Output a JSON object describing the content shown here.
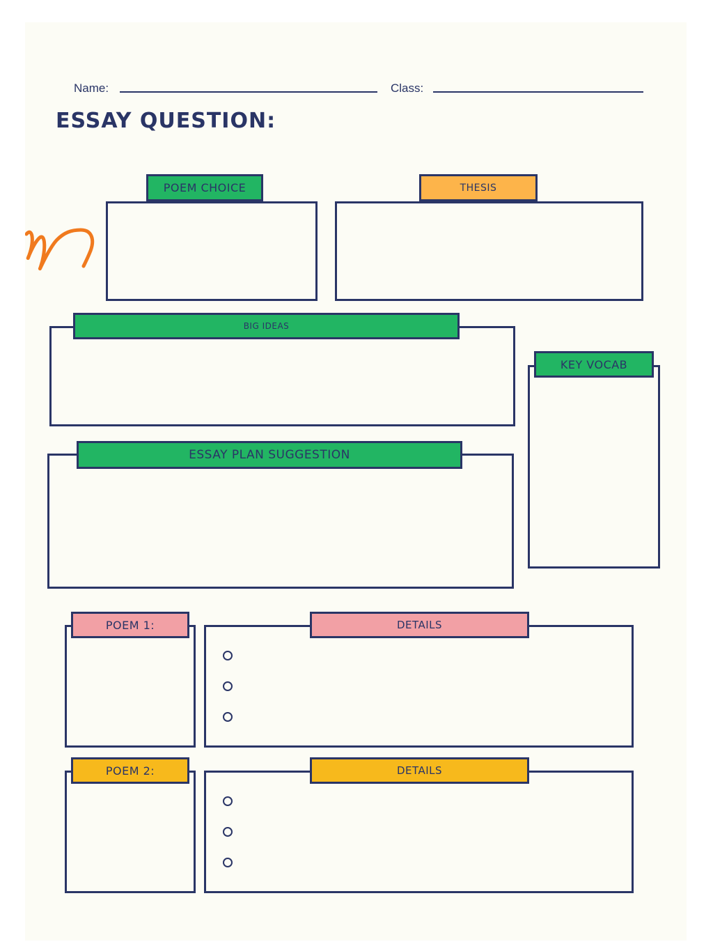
{
  "header": {
    "name_label": "Name:",
    "class_label": "Class:",
    "title": "ESSAY QUESTION:"
  },
  "sections": {
    "poem_choice": "POEM CHOICE",
    "thesis": "THESIS",
    "big_ideas": "BIG IDEAS",
    "key_vocab": "KEY VOCAB",
    "essay_plan": "ESSAY PLAN SUGGESTION",
    "poem1": "POEM 1:",
    "details1": "DETAILS",
    "poem2": "POEM 2:",
    "details2": "DETAILS"
  },
  "colors": {
    "outline": "#2a3566",
    "green": "#22b563",
    "orange": "#fdb44a",
    "pink": "#f2a0a5",
    "yellow": "#f7b91c",
    "scribble": "#f07a1e",
    "paper": "#fcfcf5"
  },
  "decorations": {
    "scribble_icon": "orange-scribble-icon",
    "bullet_icon": "circle-bullet-icon"
  }
}
